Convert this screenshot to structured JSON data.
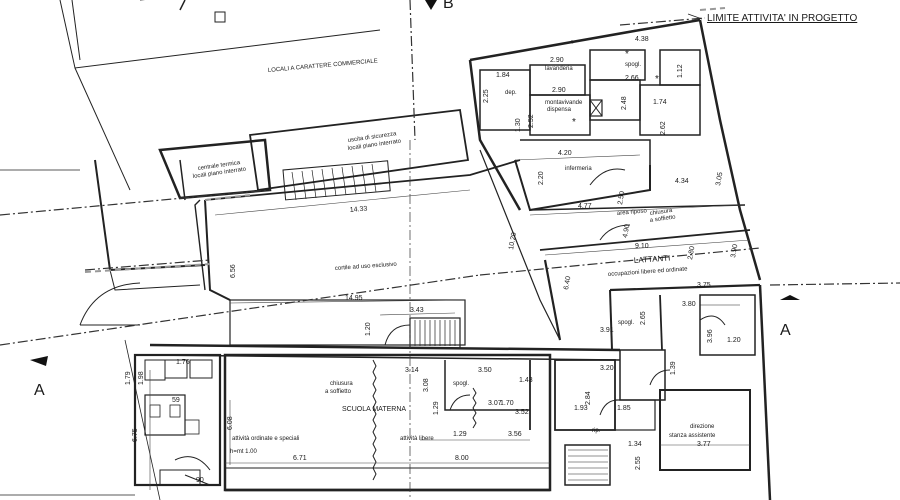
{
  "header": {
    "limit_label": "LIMITE ATTIVITA' IN PROGETTO",
    "section_b_label": "B"
  },
  "section_markers": {
    "a_left": "A",
    "a_right": "A"
  },
  "rooms": {
    "commercial": "LOCALI A CARATTERE COMMERCIALE",
    "emergency_exit_line1": "uscita di sicurezza",
    "emergency_exit_line2": "locali piano interrato",
    "thermal_line1": "centrale termica",
    "thermal_line2": "locali piano interrato",
    "courtyard": "cortile ad uso esclusivo",
    "laundry": "lavanderia",
    "pantry": "dep.",
    "lift_pantry_line1": "montavivande",
    "lift_pantry_line2": "dispensa",
    "changing_top": "spogl.",
    "infirmary": "infermeria",
    "rest_area": "area riposo",
    "folding_wall_top_line1": "chiusura",
    "folding_wall_top_line2": "a soffietto",
    "infants": "LATTANTI",
    "infants_activities": "occupazioni libere ed ordinate",
    "changing_right": "spogl.",
    "folding_wall_mid_line1": "chiusura",
    "folding_wall_mid_line2": "a soffietto",
    "kindergarten": "SCUOLA MATERNA",
    "changing_mid": "spogl.",
    "activities_ordered": "attività ordinate e speciali",
    "activities_free": "attività libere",
    "wc": "rip.",
    "direction_line1": "direzione",
    "direction_line2": "stanza assistente",
    "door_height": "h=mt 1.00"
  },
  "dimensions": {
    "d_14_33": "14.33",
    "d_6_56": "6.56",
    "d_14_95": "14.95",
    "d_3_43": "3.43",
    "d_1_20_a": "1.20",
    "d_10_20": "10.20",
    "d_4_20": "4.20",
    "d_2_20": "2.20",
    "d_4_77": "4.77",
    "d_4_34": "4.34",
    "d_9_10": "9.10",
    "d_6_40": "6.40",
    "d_4_90": "4.90",
    "d_2_80": "2.80",
    "d_3_90": "3.90",
    "d_3_05": "3.05",
    "d_2_50": "2.50",
    "d_3_75": "3.75",
    "d_3_80": "3.80",
    "d_3_91": "3.91",
    "d_2_65": "2.65",
    "d_3_96": "3.96",
    "d_1_20_b": "1.20",
    "d_1_84": "1.84",
    "d_2_90_a": "2.90",
    "d_2_90_b": "2.90",
    "d_4_38": "4.38",
    "d_2_66": "2.66",
    "d_2_25": "2.25",
    "d_2_52": "2.52",
    "d_1_74": "1.74",
    "d_1_12": "1.12",
    "d_2_62": "2.62",
    "d_1_30": "1.30",
    "d_3_14": "3.14",
    "d_3_50": "3.50",
    "d_3_08": "3.08",
    "d_3_07": "3.07",
    "d_1_29": "1.29",
    "d_1_70": "1.70",
    "d_3_52": "3.52",
    "d_1_29_b": "1.29",
    "d_3_56": "3.56",
    "d_6_71": "6.71",
    "d_8_00": "8.00",
    "d_6_08": "6.08",
    "d_1_43": "1.43",
    "d_2_84": "2.84",
    "d_3_20": "3.20",
    "d_1_93": "1.93",
    "d_1_85": "1.85",
    "d_1_34": "1.34",
    "d_2_55": "2.55",
    "d_3_77": "3.77",
    "d_1_39": "1.39",
    "d_1_98": "1.98",
    "d_1_76": "1.76",
    "d_1_79": "1.79",
    "d_6_75": "6.75",
    "d_59": "59",
    "d_90": "90",
    "d_2_48": "2.48"
  }
}
